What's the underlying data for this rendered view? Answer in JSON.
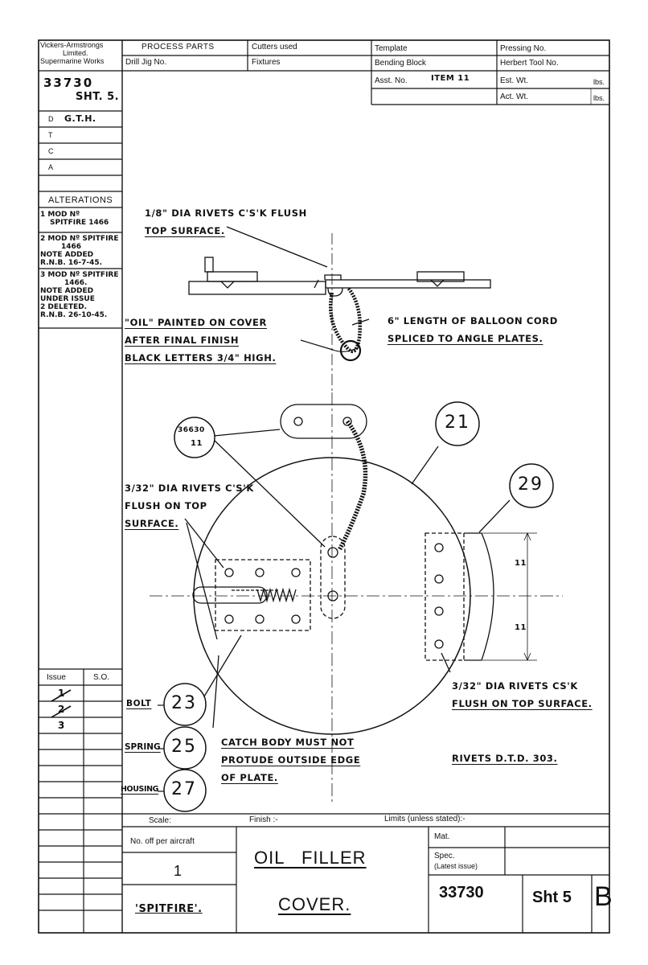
{
  "sidebar": {
    "company": [
      "Vickers-Armstrongs",
      "Limited.",
      "Supermarine Works"
    ],
    "drawing_number": "33730",
    "sheet": "SHT. 5.",
    "approvals": [
      {
        "letter": "D",
        "value": "G.T.H."
      },
      {
        "letter": "T",
        "value": ""
      },
      {
        "letter": "C",
        "value": ""
      },
      {
        "letter": "A",
        "value": ""
      }
    ],
    "alterations_title": "ALTERATIONS",
    "alterations": [
      {
        "num": "1",
        "lines": [
          "MOD Nº",
          "SPITFIRE 1466"
        ]
      },
      {
        "num": "2",
        "lines": [
          "MOD Nº SPITFIRE",
          "1466",
          "NOTE ADDED",
          "R.N.B. 16-7-45."
        ]
      },
      {
        "num": "3",
        "lines": [
          "MOD Nº SPITFIRE",
          "1466.",
          "NOTE ADDED",
          "UNDER ISSUE",
          "2 DELETED.",
          "R.N.B. 26-10-45."
        ]
      }
    ],
    "issue_header": "Issue",
    "so_header": "S.O.",
    "issues": [
      "1",
      "2",
      "3"
    ]
  },
  "header": {
    "process_parts": "PROCESS PARTS",
    "drill_jig": "Drill Jig No.",
    "cutters": "Cutters used",
    "fixtures": "Fixtures",
    "template": "Template",
    "bending_block": "Bending Block",
    "asst_no_label": "Asst. No.",
    "asst_no_value": "ITEM 11",
    "pressing_no": "Pressing No.",
    "herbert_tool": "Herbert Tool No.",
    "est_wt": "Est. Wt.",
    "act_wt": "Act. Wt.",
    "lbs": "lbs."
  },
  "notes": {
    "rivets_top": [
      "1/8\" DIA RIVETS C'S'K FLUSH",
      "TOP SURFACE."
    ],
    "oil_painted": [
      "\"OIL\" PAINTED ON COVER",
      "AFTER FINAL FINISH",
      "BLACK LETTERS 3/4\" HIGH."
    ],
    "balloon_cord": [
      "6\" LENGTH OF BALLOON CORD",
      "SPLICED TO ANGLE PLATES."
    ],
    "rivets_left": [
      "3/32\" DIA RIVETS C'S'K",
      "FLUSH ON TOP",
      "SURFACE."
    ],
    "rivets_right": [
      "3/32\" DIA RIVETS CS'K",
      "FLUSH ON TOP SURFACE."
    ],
    "catch_body": [
      "CATCH BODY MUST NOT",
      "PROTUDE OUTSIDE EDGE",
      "OF PLATE."
    ],
    "rivets_spec": "RIVETS  D.T.D. 303.",
    "bolt": "BOLT",
    "spring": "SPRING",
    "housing": "HOUSING",
    "ref_part": [
      "36630",
      "11"
    ],
    "dim_mark_1": "11",
    "dim_mark_2": "11"
  },
  "balloons": {
    "b21": "21",
    "b29": "29",
    "b23": "23",
    "b25": "25",
    "b27": "27"
  },
  "title_block": {
    "scale": "Scale:",
    "finish": "Finish :-",
    "limits": "Limits (unless stated):-",
    "no_off_label": "No. off per aircraft",
    "no_off_value": "1",
    "aircraft": "'SPITFIRE'.",
    "title_line1": "OIL   FILLER",
    "title_line2": "COVER.",
    "mat": "Mat.",
    "spec": "Spec.",
    "latest_issue": "(Latest issue)",
    "drawing_number": "33730",
    "sheet": "Sht 5",
    "revision": "B"
  }
}
